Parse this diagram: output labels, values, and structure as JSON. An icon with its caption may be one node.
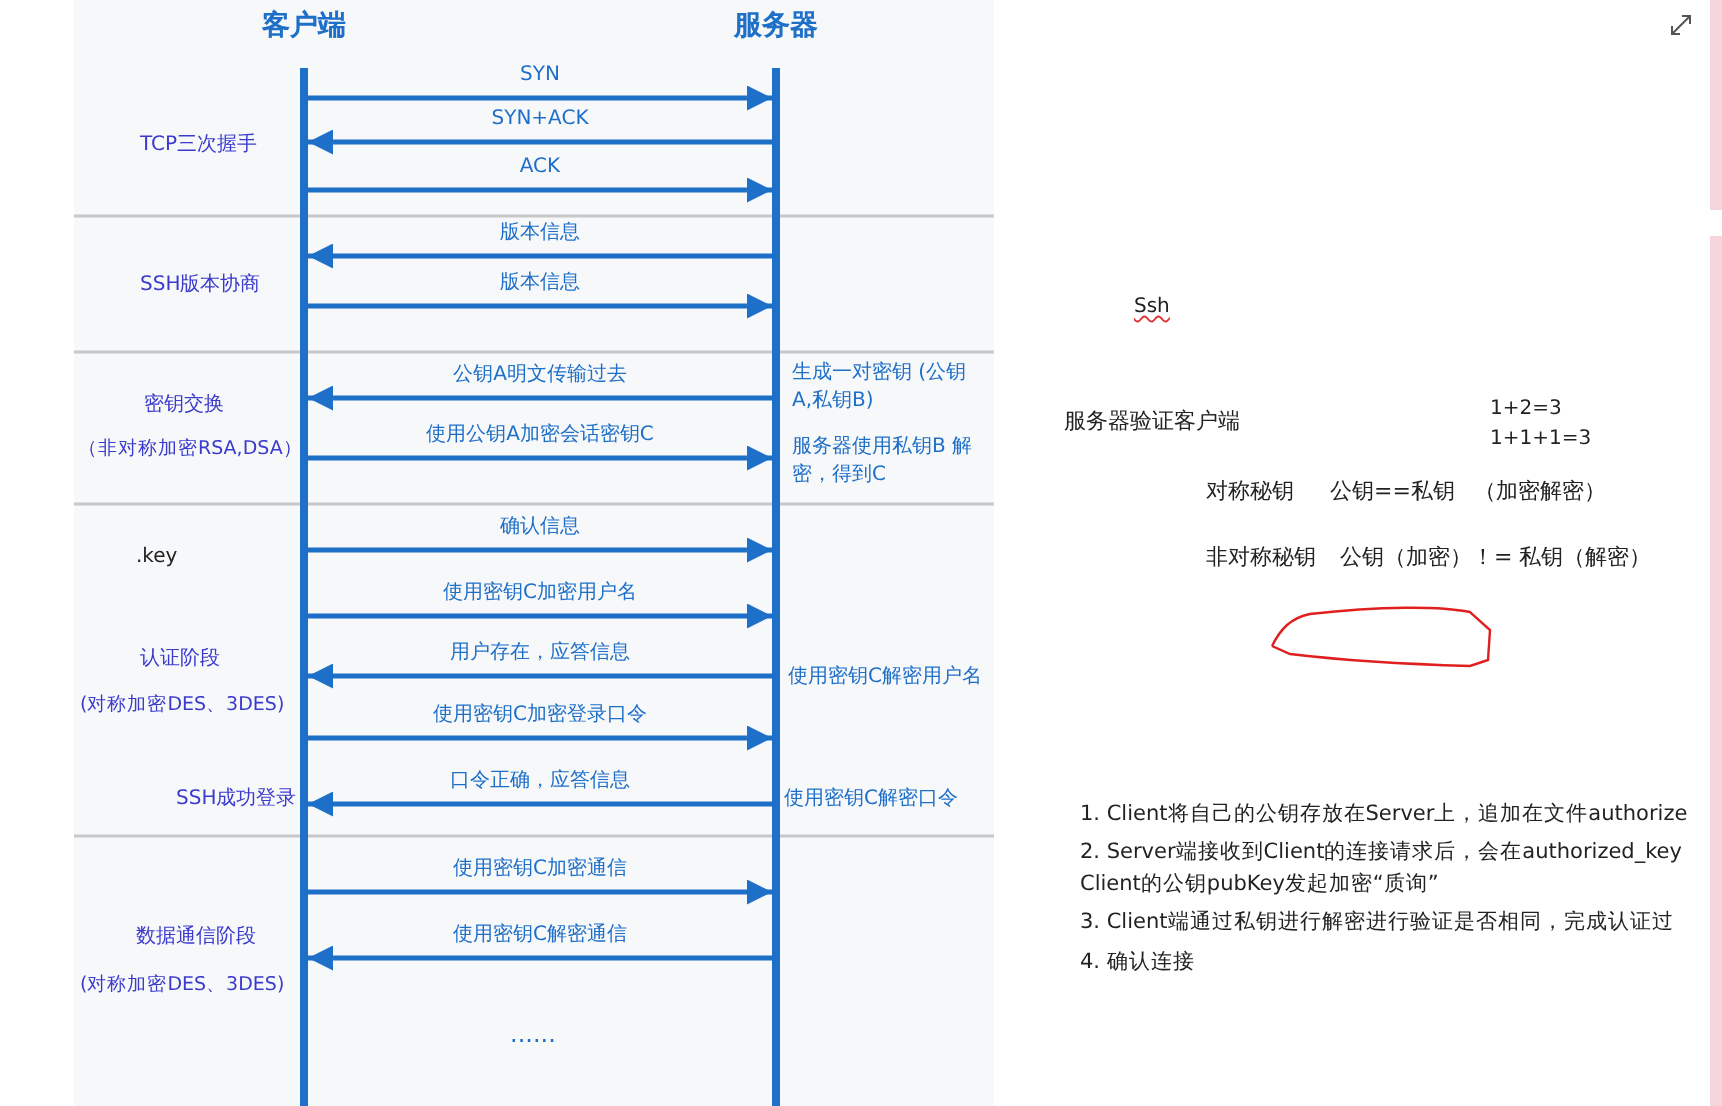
{
  "diagram": {
    "nodes": [
      {
        "text": [
          "客户端"
        ]
      },
      {
        "text": [
          "服务器"
        ]
      }
    ],
    "edges": [
      {
        "from": 0,
        "to": 1,
        "arrow": "to",
        "label": "SYN"
      },
      {
        "from": 1,
        "to": 0,
        "arrow": "to",
        "label": "SYN+ACK"
      },
      {
        "from": 0,
        "to": 1,
        "arrow": "to",
        "label": "ACK"
      },
      {
        "from": 1,
        "to": 0,
        "arrow": "to",
        "label": "版本信息"
      },
      {
        "from": 0,
        "to": 1,
        "arrow": "to",
        "label": "版本信息"
      },
      {
        "from": 1,
        "to": 0,
        "arrow": "to",
        "label": "公钥A明文传输过去"
      },
      {
        "from": 0,
        "to": 1,
        "arrow": "to",
        "label": "使用公钥A加密会话密钥C"
      },
      {
        "from": 0,
        "to": 1,
        "arrow": "to",
        "label": "确认信息"
      },
      {
        "from": 0,
        "to": 1,
        "arrow": "to",
        "label": "使用密钥C加密用户名"
      },
      {
        "from": 1,
        "to": 0,
        "arrow": "to",
        "label": "用户存在，应答信息"
      },
      {
        "from": 0,
        "to": 1,
        "arrow": "to",
        "label": "使用密钥C加密登录口令"
      },
      {
        "from": 1,
        "to": 0,
        "arrow": "to",
        "label": "口令正确，应答信息"
      },
      {
        "from": 0,
        "to": 1,
        "arrow": "to",
        "label": "使用密钥C加密通信"
      },
      {
        "from": 1,
        "to": 0,
        "arrow": "to",
        "label": "使用密钥C解密通信"
      }
    ],
    "labels": [
      "TCP三次握手",
      "SSH版本协商",
      "密钥交换",
      "生成一对密钥 (公钥A,私钥B)",
      "（非对称加密RSA,DSA）",
      "服务器使用私钥B 解密，得到C",
      ".key",
      "认证阶段",
      "使用密钥C解密用户名",
      "(对称加密DES、3DES)",
      "SSH成功登录",
      "使用密钥C解密口令",
      "数据通信阶段",
      "(对称加密DES、3DES)",
      "......",
      "Ssh",
      "服务器验证客户端",
      "1+2=3",
      "1+1+1=3",
      "对称秘钥",
      "公钥==私钥",
      "（加密解密）",
      "非对称秘钥",
      "公钥（加密）！= 私钥（解密）",
      "1. Client将自己的公钥存放在Server上，追加在文件authorize",
      "2. Server端接收到Client的连接请求后，会在authorized_key Client的公钥pubKey发起加密“质询”",
      "3. Client端通过私钥进行解密进行验证是否相同，完成认证过",
      "4. 确认连接"
    ]
  }
}
